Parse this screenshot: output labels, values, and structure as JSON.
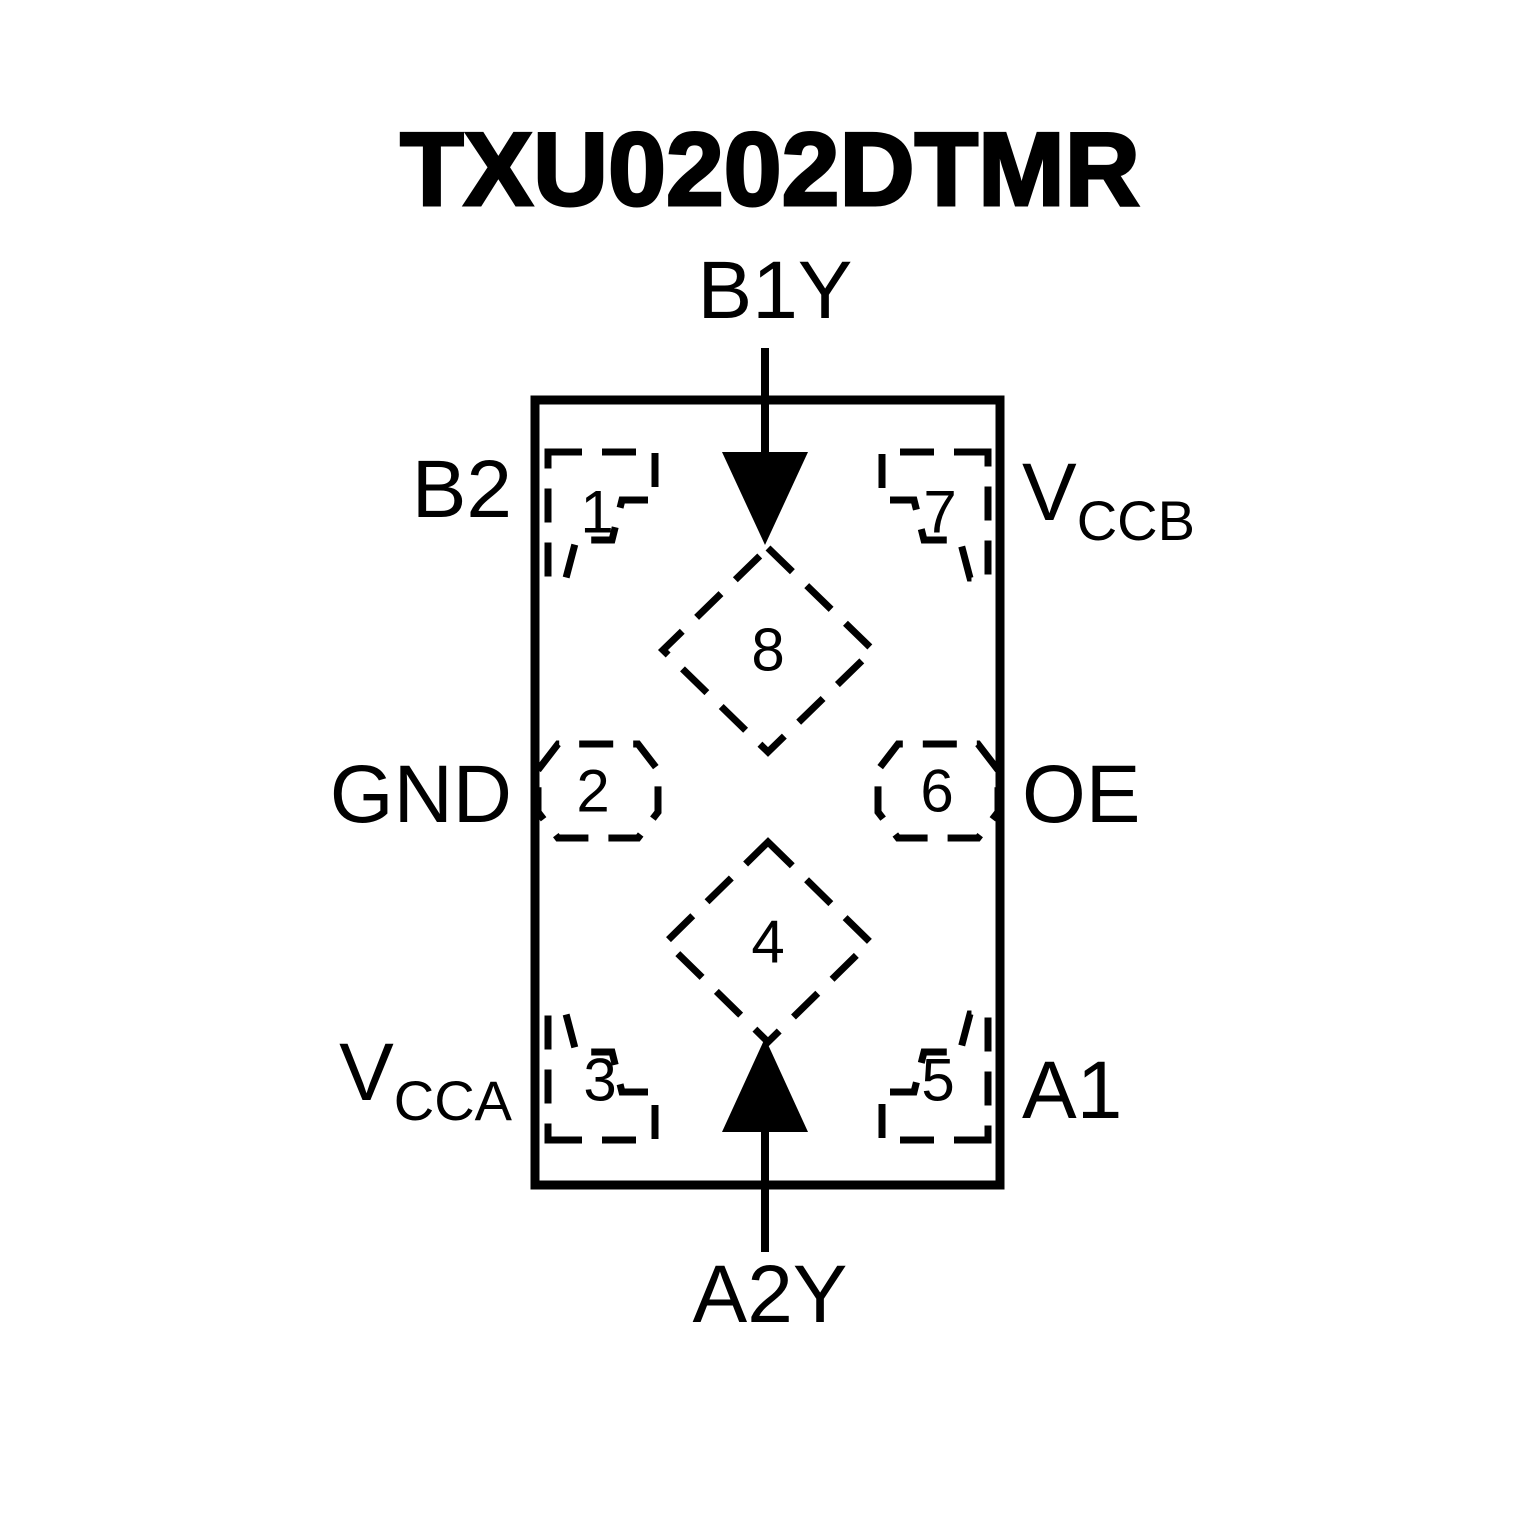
{
  "title": "TXU0202DTMR",
  "colors": {
    "ink": "#000000",
    "background": "#ffffff"
  },
  "diagram": {
    "package_type": "dashed-pad pinout diagram",
    "top_pin": {
      "label": "B1Y",
      "arrow_direction": "into-chip-down"
    },
    "bottom_pin": {
      "label": "A2Y",
      "arrow_direction": "into-chip-up"
    },
    "left_pins": [
      {
        "number": "1",
        "label": "B2"
      },
      {
        "number": "2",
        "label": "GND"
      },
      {
        "number": "3",
        "label_main": "V",
        "label_sub": "CCA"
      }
    ],
    "right_pins": [
      {
        "number": "7",
        "label_main": "V",
        "label_sub": "CCB"
      },
      {
        "number": "6",
        "label": "OE"
      },
      {
        "number": "5",
        "label": "A1"
      }
    ],
    "center_pins": [
      {
        "number": "8"
      },
      {
        "number": "4"
      }
    ]
  }
}
